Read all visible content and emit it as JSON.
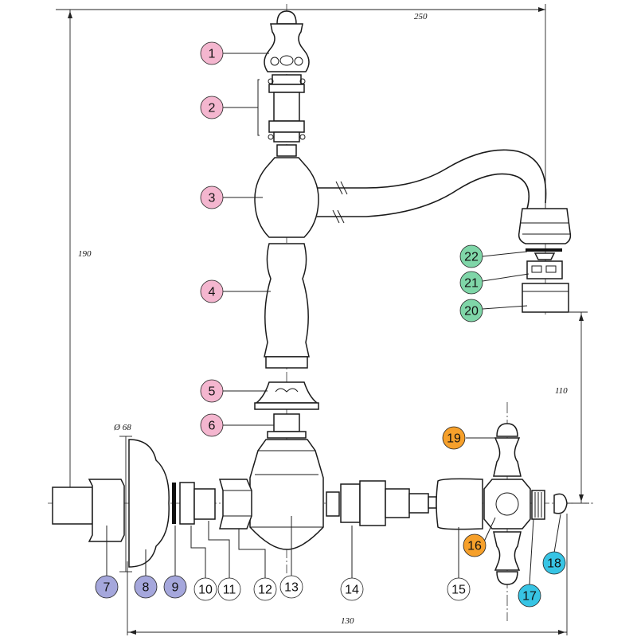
{
  "colors": {
    "pink": "#f4b6cf",
    "green": "#7fd6a8",
    "orange": "#f6a02b",
    "purple": "#a5a7dc",
    "blue": "#37c4e4",
    "white": "#ffffff",
    "line": "#1a1a1a"
  },
  "dimensions": {
    "width_top": "250",
    "height_left": "190",
    "spout_drop": "110",
    "bottom_span": "130",
    "diameter": "Ø 68"
  },
  "callouts": [
    {
      "label": "1",
      "color": "pink"
    },
    {
      "label": "2",
      "color": "pink"
    },
    {
      "label": "3",
      "color": "pink"
    },
    {
      "label": "4",
      "color": "pink"
    },
    {
      "label": "5",
      "color": "pink"
    },
    {
      "label": "6",
      "color": "pink"
    },
    {
      "label": "7",
      "color": "purple"
    },
    {
      "label": "8",
      "color": "purple"
    },
    {
      "label": "9",
      "color": "purple"
    },
    {
      "label": "10",
      "color": "white"
    },
    {
      "label": "11",
      "color": "white"
    },
    {
      "label": "12",
      "color": "white"
    },
    {
      "label": "13",
      "color": "white"
    },
    {
      "label": "14",
      "color": "white"
    },
    {
      "label": "15",
      "color": "white"
    },
    {
      "label": "16",
      "color": "orange"
    },
    {
      "label": "17",
      "color": "blue"
    },
    {
      "label": "18",
      "color": "blue"
    },
    {
      "label": "19",
      "color": "orange"
    },
    {
      "label": "20",
      "color": "green"
    },
    {
      "label": "21",
      "color": "green"
    },
    {
      "label": "22",
      "color": "green"
    }
  ]
}
